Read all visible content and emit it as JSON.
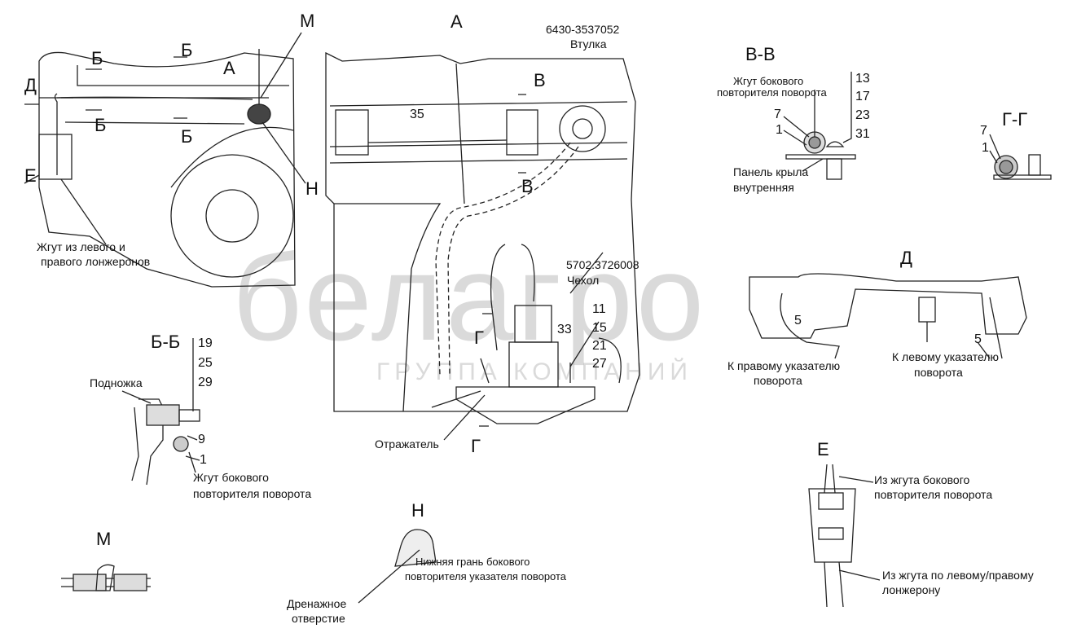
{
  "watermark": {
    "brand": "белагро",
    "subtitle": "ГРУППА КОМПАНИЙ"
  },
  "main_view": {
    "M": "М",
    "A": "А",
    "B1": "Б",
    "B2": "Б",
    "B3": "Б",
    "B4": "Б",
    "A_arrow": "А",
    "D": "Д",
    "E": "Е",
    "H": "Н",
    "harness": [
      "Жгут из левого и",
      "правого лонжеронов"
    ]
  },
  "view_A": {
    "title": "А",
    "part_bushing": "6430-3537052",
    "bushing": "Втулка",
    "pos35": "35",
    "V1": "В",
    "V2": "В",
    "part_cover": "5702.3726008",
    "cover": "Чехол",
    "pos_list": [
      "11",
      "15",
      "21",
      "27"
    ],
    "pos33": "33",
    "G1": "Г",
    "G2": "Г",
    "reflector": "Отражатель"
  },
  "section_VV": {
    "title": "В-В",
    "harness": [
      "Жгут бокового",
      "повторителя поворота"
    ],
    "pos_list": [
      "13",
      "17",
      "23",
      "31"
    ],
    "pos7": "7",
    "pos1": "1",
    "panel": [
      "Панель крыла",
      "внутренняя"
    ]
  },
  "section_GG": {
    "title": "Г-Г",
    "pos7": "7",
    "pos1": "1"
  },
  "section_BB": {
    "title": "Б-Б",
    "pos_list": [
      "19",
      "25",
      "29"
    ],
    "step": "Подножка",
    "pos9": "9",
    "pos1": "1",
    "harness": [
      "Жгут бокового",
      "повторителя поворота"
    ]
  },
  "view_D": {
    "title": "Д",
    "pos5a": "5",
    "right": [
      "К правому указателю",
      "поворота"
    ],
    "pos5b": "5",
    "left": [
      "К левому указателю",
      "поворота"
    ]
  },
  "view_E": {
    "title": "Е",
    "from_side": [
      "Из жгута бокового",
      "повторителя поворота"
    ],
    "from_frame": [
      "Из жгута по левому/правому",
      "лонжерону"
    ]
  },
  "view_H": {
    "title": "Н",
    "edge": [
      "Нижняя грань бокового",
      "повторителя указателя поворота"
    ],
    "drain": [
      "Дренажное",
      "отверстие"
    ]
  },
  "view_M": {
    "title": "М"
  }
}
